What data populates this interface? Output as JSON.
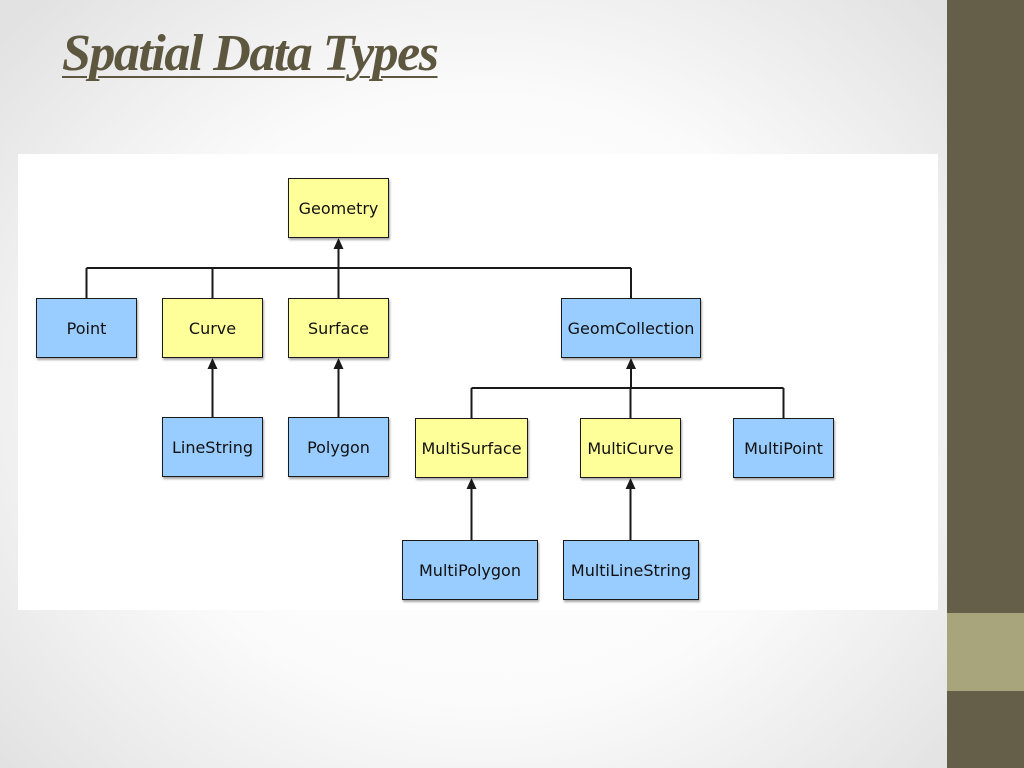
{
  "slide": {
    "title": "Spatial Data Types",
    "colors": {
      "title": "#5e5740",
      "sidebar": "#655e48",
      "sidebar_accent": "#a8a47c"
    }
  },
  "diagram": {
    "colors": {
      "abstract_type": "#ffff99",
      "concrete_type": "#99ccff",
      "connector": "#1a1a1a"
    },
    "nodes": {
      "geometry": "Geometry",
      "point": "Point",
      "curve": "Curve",
      "surface": "Surface",
      "geom_collection": "GeomCollection",
      "line_string": "LineString",
      "polygon": "Polygon",
      "multi_surface": "MultiSurface",
      "multi_curve": "MultiCurve",
      "multi_point": "MultiPoint",
      "multi_polygon": "MultiPolygon",
      "multi_line_string": "MultiLineString"
    },
    "abstract_nodes": [
      "geometry",
      "curve",
      "surface",
      "multi_surface",
      "multi_curve"
    ],
    "relations": [
      {
        "child": "point",
        "parent": "geometry"
      },
      {
        "child": "curve",
        "parent": "geometry"
      },
      {
        "child": "surface",
        "parent": "geometry"
      },
      {
        "child": "geom_collection",
        "parent": "geometry"
      },
      {
        "child": "line_string",
        "parent": "curve"
      },
      {
        "child": "polygon",
        "parent": "surface"
      },
      {
        "child": "multi_surface",
        "parent": "geom_collection"
      },
      {
        "child": "multi_curve",
        "parent": "geom_collection"
      },
      {
        "child": "multi_point",
        "parent": "geom_collection"
      },
      {
        "child": "multi_polygon",
        "parent": "multi_surface"
      },
      {
        "child": "multi_line_string",
        "parent": "multi_curve"
      }
    ]
  }
}
